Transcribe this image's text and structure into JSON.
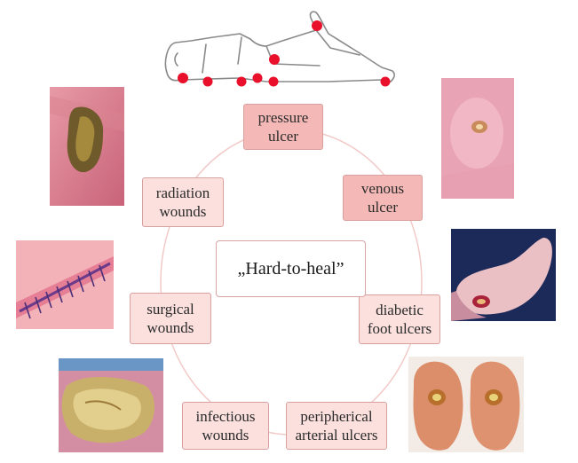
{
  "center": {
    "label": "„Hard-to-heal”"
  },
  "categories": [
    {
      "id": "pressure",
      "label": "pressure\nulcer"
    },
    {
      "id": "venous",
      "label": "venous\nulcer"
    },
    {
      "id": "diabetic",
      "label": "diabetic\nfoot ulcers"
    },
    {
      "id": "peripheral",
      "label": "peripherical\narterial ulcers"
    },
    {
      "id": "infectious",
      "label": "infectious\nwounds"
    },
    {
      "id": "surgical",
      "label": "surgical\nwounds"
    },
    {
      "id": "radiation",
      "label": "radiation\nwounds"
    }
  ],
  "colors": {
    "marker": "#e8102a",
    "box_dark": "#f4b9b7",
    "box_light": "#fbe0de",
    "ring": "#f2c9c6"
  },
  "icons": [
    "reclining-body-icon",
    "pressure-point-icon"
  ]
}
